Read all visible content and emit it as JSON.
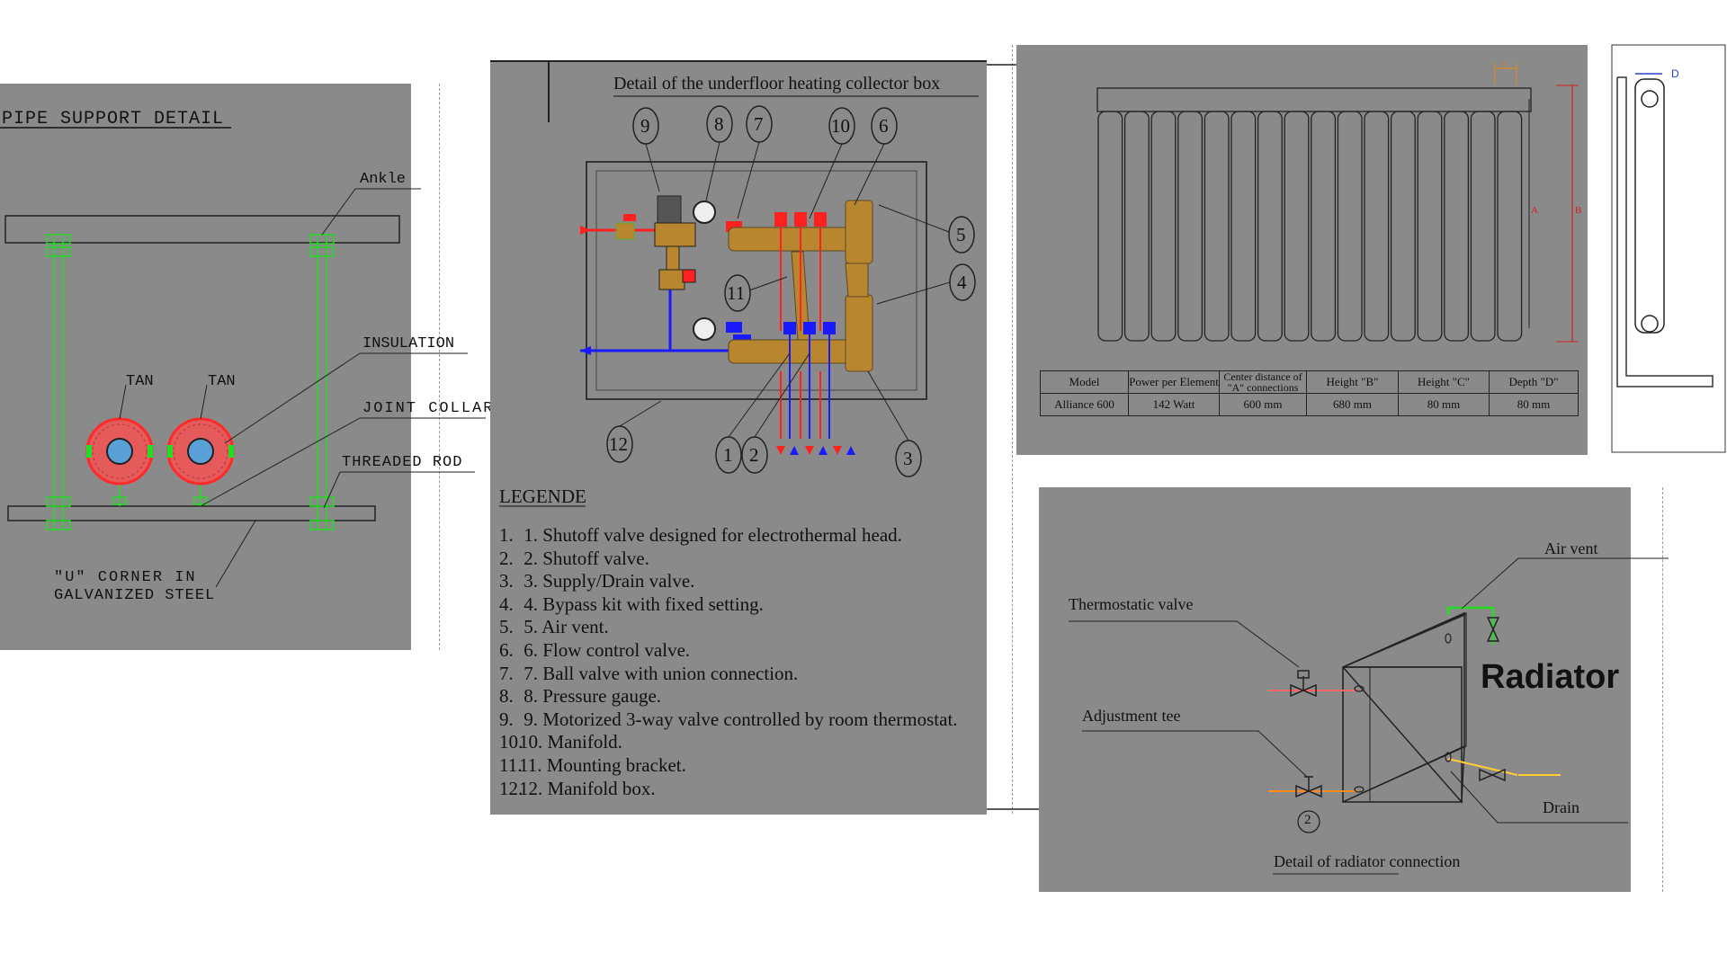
{
  "pipe_support": {
    "title": "PIPE SUPPORT DETAIL",
    "labels": {
      "ankle": "Ankle",
      "insulation": "INSULATION",
      "tan1": "TAN",
      "tan2": "TAN",
      "joint_collar": "JOINT COLLAR",
      "threaded_rod": "THREADED ROD",
      "u_corner_line1": "\"U\" CORNER IN",
      "u_corner_line2": "GALVANIZED STEEL"
    }
  },
  "collector_box": {
    "title": "Detail of the underfloor heating collector box",
    "callouts": [
      "9",
      "8",
      "7",
      "10",
      "6",
      "5",
      "4",
      "11",
      "12",
      "1",
      "2",
      "3"
    ],
    "legend_title": "LEGENDE",
    "legend_numbers": [
      "1.",
      "2.",
      "3.",
      "4.",
      "5.",
      "6.",
      "7.",
      "8.",
      "9.",
      "10.",
      "11.",
      "12."
    ],
    "legend_items": [
      "1. Shutoff valve designed for electrothermal head.",
      "2. Shutoff valve.",
      "3. Supply/Drain valve.",
      "4. Bypass kit with fixed setting.",
      "5. Air vent.",
      "6. Flow control valve.",
      "7. Ball valve with union connection.",
      "8. Pressure gauge.",
      "9. Motorized 3-way valve controlled by room thermostat.",
      "10. Manifold.",
      "11. Mounting bracket.",
      "12. Manifold box."
    ]
  },
  "radiator_spec": {
    "dim_labels": {
      "a": "A",
      "b": "B",
      "c": "C",
      "d": "D"
    },
    "headers": [
      "Model",
      "Power per Element",
      "Center distance of \"A\" connections",
      "Height \"B\"",
      "Height \"C\"",
      "Depth \"D\""
    ],
    "row": [
      "Alliance 600",
      "142 Watt",
      "600 mm",
      "680 mm",
      "80 mm",
      "80 mm"
    ]
  },
  "radiator_connection": {
    "heading": "Radiator",
    "labels": {
      "air_vent": "Air vent",
      "thermostatic_valve": "Thermostatic valve",
      "adjustment_tee": "Adjustment tee",
      "drain": "Drain",
      "callout": "2"
    },
    "caption": "Detail of radiator connection"
  },
  "colors": {
    "panel": "#8a8a8a",
    "support_green": "#22dd22",
    "insulation_red": "#ee3333",
    "manifold_gold": "#b8862e",
    "supply_red": "#ff2020",
    "return_blue": "#1a1aff"
  }
}
